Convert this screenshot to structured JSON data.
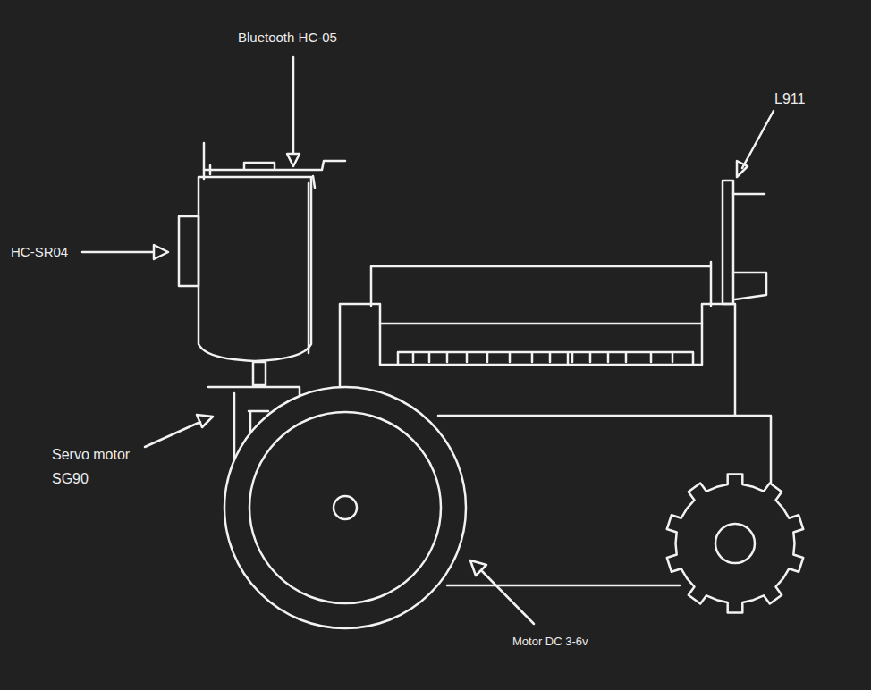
{
  "diagram": {
    "labels": [
      "Bluetooth HC-05",
      "L911",
      "HC-SR04",
      "Servo motor SG90",
      "Motor DC 3-6v"
    ]
  }
}
